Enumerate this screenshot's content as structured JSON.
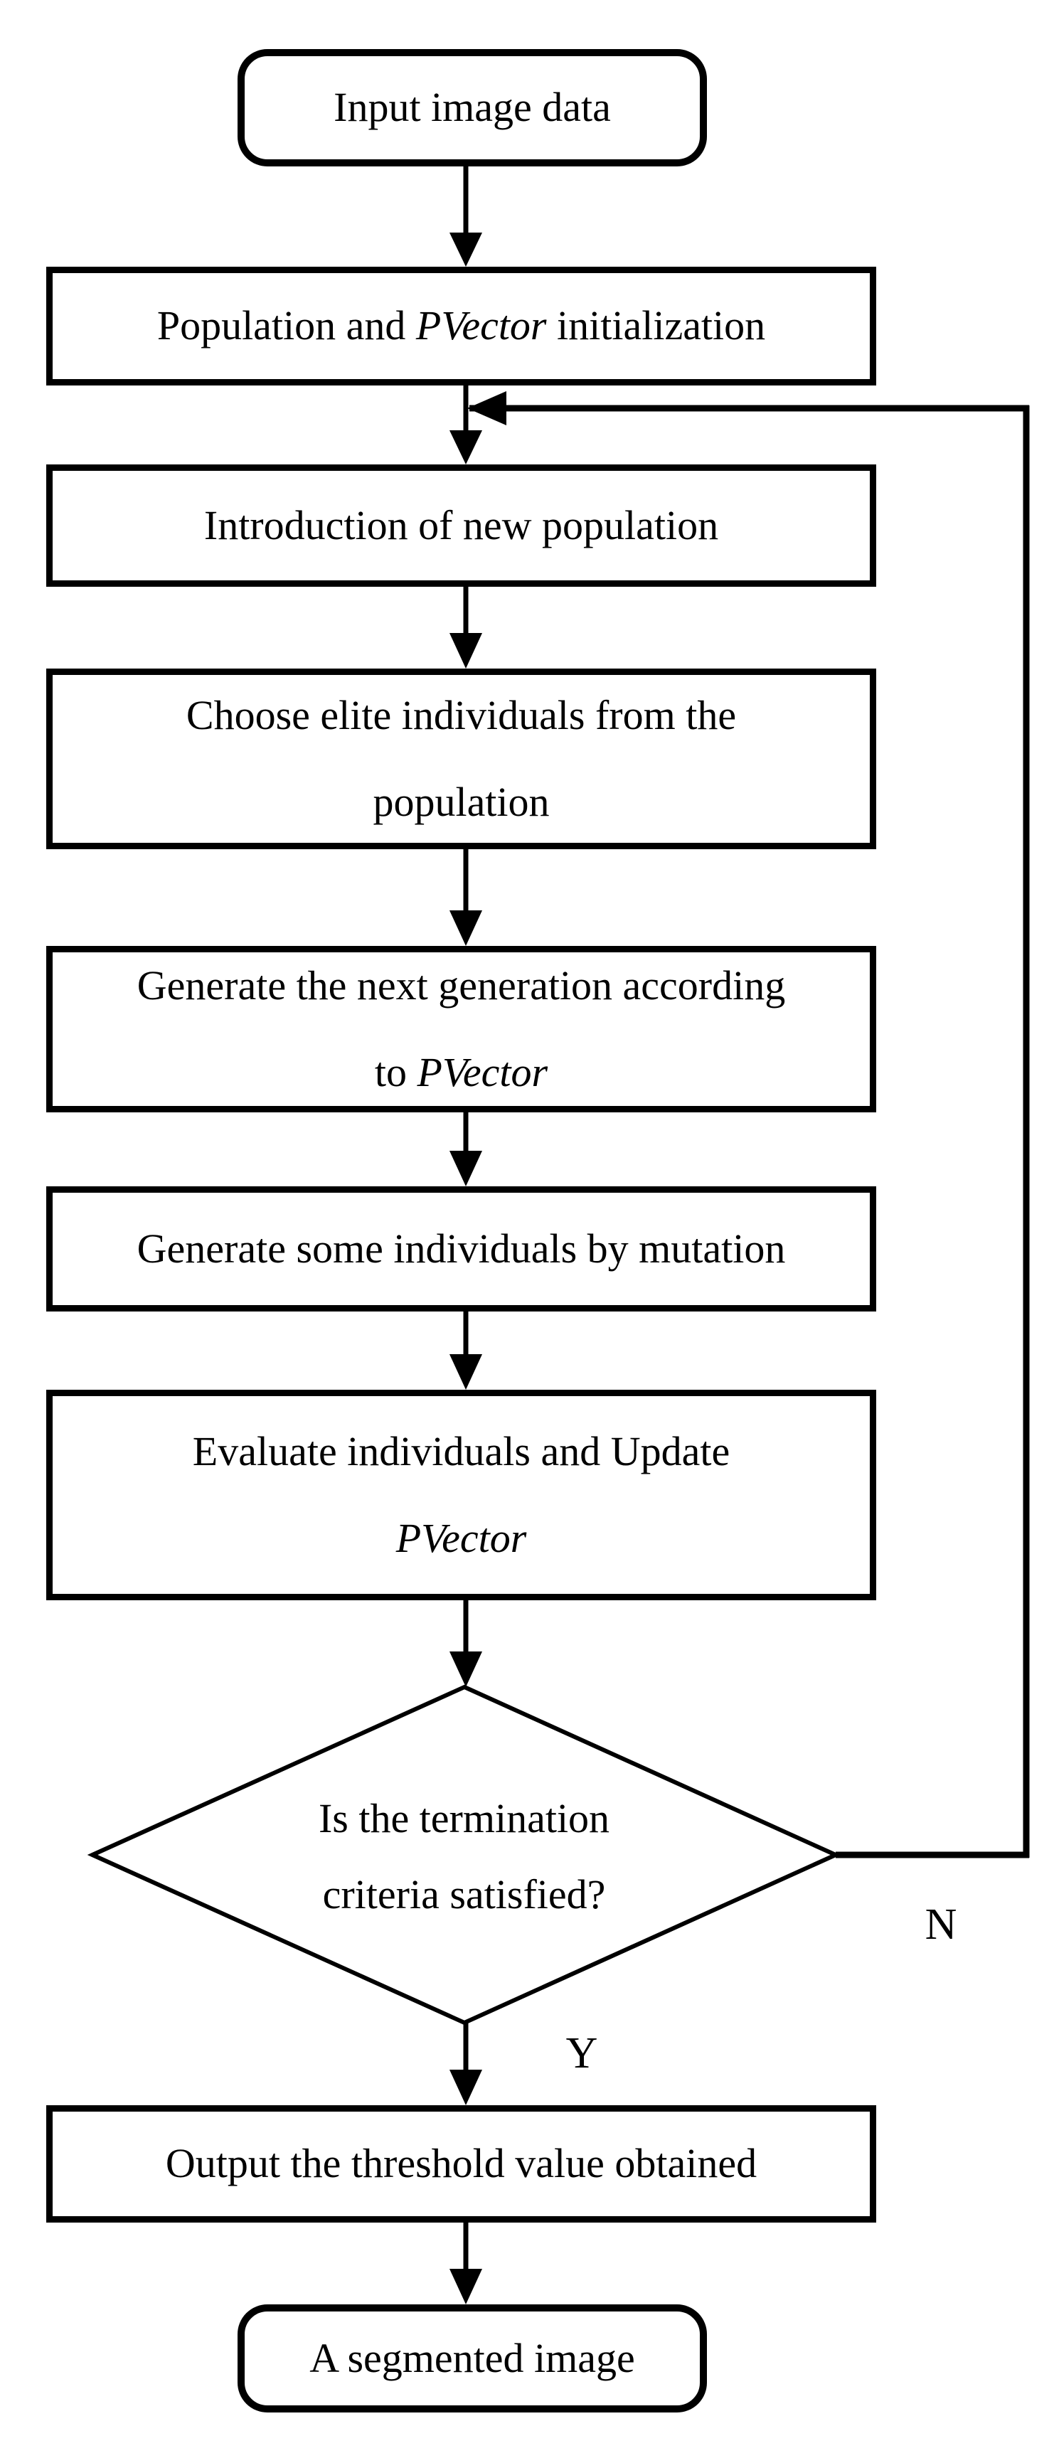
{
  "figure": {
    "type": "flowchart",
    "background": "#ffffff",
    "stroke_color": "#000000",
    "text_color": "#000000"
  },
  "nodes": {
    "input": {
      "shape": "terminator",
      "label": "Input image data"
    },
    "init": {
      "shape": "process",
      "label_before": "Population and ",
      "label_italic": "PVector",
      "label_after": " initialization"
    },
    "introduce": {
      "shape": "process",
      "label": "Introduction of new population"
    },
    "choose": {
      "shape": "process",
      "line1": "Choose elite individuals from the",
      "line2": "population"
    },
    "nextgen": {
      "shape": "process",
      "line1": "Generate the next generation according",
      "line2_before": "to ",
      "line2_italic": "PVector"
    },
    "mutation": {
      "shape": "process",
      "label": "Generate some individuals by mutation"
    },
    "evaluate": {
      "shape": "process",
      "line1": "Evaluate individuals and Update",
      "line2_italic": "PVector"
    },
    "decision": {
      "shape": "decision",
      "line1": "Is the termination",
      "line2": "criteria satisfied?"
    },
    "output": {
      "shape": "process",
      "label": "Output the threshold value obtained"
    },
    "segmented": {
      "shape": "terminator",
      "label": "A segmented image"
    }
  },
  "edges": [
    {
      "from": "input",
      "to": "init"
    },
    {
      "from": "init",
      "to": "introduce"
    },
    {
      "from": "introduce",
      "to": "choose"
    },
    {
      "from": "choose",
      "to": "nextgen"
    },
    {
      "from": "nextgen",
      "to": "mutation"
    },
    {
      "from": "mutation",
      "to": "evaluate"
    },
    {
      "from": "evaluate",
      "to": "decision"
    },
    {
      "from": "decision",
      "to": "output",
      "label": "Y"
    },
    {
      "from": "decision",
      "to": "introduce",
      "label": "N"
    },
    {
      "from": "output",
      "to": "segmented"
    }
  ]
}
